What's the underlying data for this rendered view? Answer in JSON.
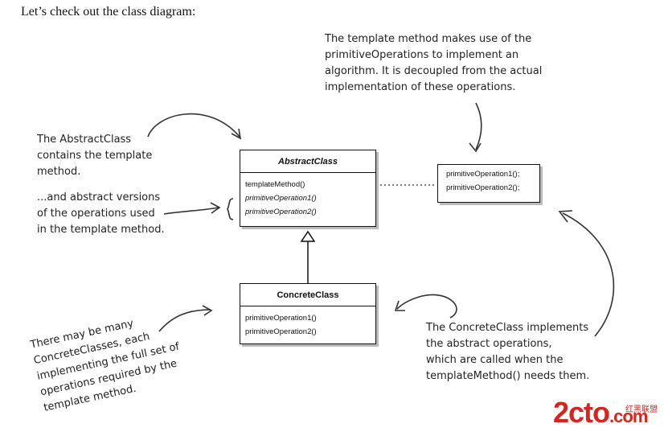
{
  "intro": "Let’s check out the class diagram:",
  "abstract_class": {
    "name": "AbstractClass",
    "operations": [
      "templateMethod()",
      "primitiveOperation1()",
      "primitiveOperation2()"
    ]
  },
  "concrete_class": {
    "name": "ConcreteClass",
    "operations": [
      "primitiveOperation1()",
      "primitiveOperation2()"
    ]
  },
  "implementation_box": {
    "operations": [
      "primitiveOperation1();",
      "primitiveOperation2();"
    ]
  },
  "notes": {
    "template_method": [
      "The template method makes use of the",
      "primitiveOperations to implement an",
      "algorithm.  It is decoupled from the actual",
      "implementation of these operations."
    ],
    "abstract_contains": [
      "The AbstractClass",
      "contains the template",
      "method."
    ],
    "abstract_versions": [
      "...and abstract versions",
      "of the operations used",
      "in the template method."
    ],
    "many_concrete": [
      "There may be many",
      "ConcreteClasses, each",
      "implementing the full set of",
      "operations required by the",
      "template method."
    ],
    "concrete_implements": [
      "The ConcreteClass implements",
      "the abstract operations,",
      "which are called when the",
      "templateMethod() needs them."
    ]
  },
  "watermark": {
    "main": "2cto",
    "suffix": ".com",
    "cn": "红黑联盟"
  }
}
